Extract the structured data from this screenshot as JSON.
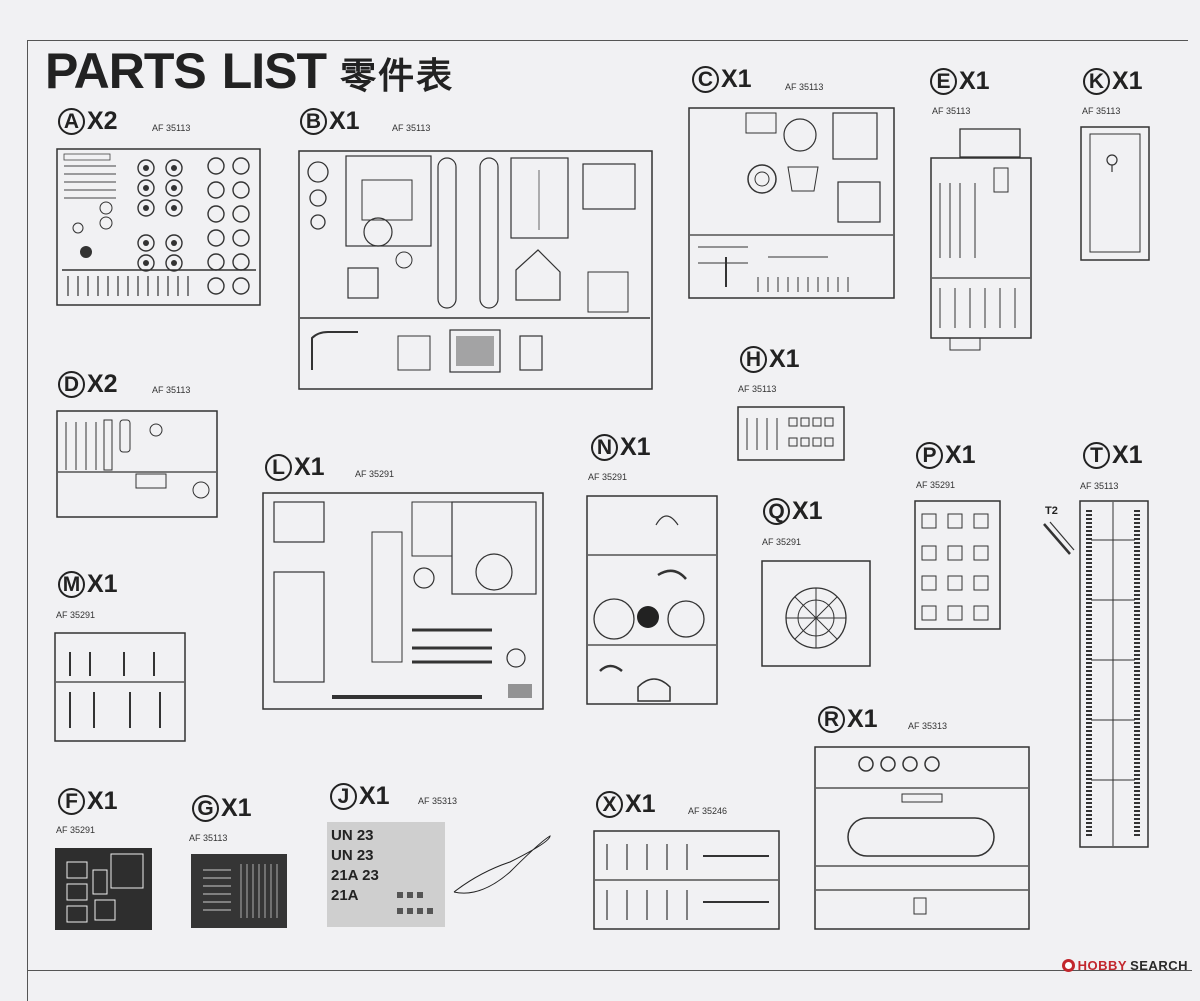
{
  "title": {
    "en_part1": "PARTS",
    "en_part2": "LIST",
    "cn": "零件表"
  },
  "parts": {
    "A": {
      "letter": "A",
      "qty": "X2",
      "code": "AF 35113"
    },
    "B": {
      "letter": "B",
      "qty": "X1",
      "code": "AF 35113"
    },
    "C": {
      "letter": "C",
      "qty": "X1",
      "code": "AF 35113"
    },
    "E": {
      "letter": "E",
      "qty": "X1",
      "code": "AF 35113"
    },
    "K": {
      "letter": "K",
      "qty": "X1",
      "code": "AF 35113"
    },
    "D": {
      "letter": "D",
      "qty": "X2",
      "code": "AF 35113"
    },
    "H": {
      "letter": "H",
      "qty": "X1",
      "code": "AF 35113"
    },
    "L": {
      "letter": "L",
      "qty": "X1",
      "code": "AF 35291"
    },
    "N": {
      "letter": "N",
      "qty": "X1",
      "code": "AF 35291"
    },
    "P": {
      "letter": "P",
      "qty": "X1",
      "code": "AF 35291"
    },
    "T": {
      "letter": "T",
      "qty": "X1",
      "code": "AF 35113"
    },
    "Q": {
      "letter": "Q",
      "qty": "X1",
      "code": "AF 35291"
    },
    "M": {
      "letter": "M",
      "qty": "X1",
      "code": "AF 35291"
    },
    "R": {
      "letter": "R",
      "qty": "X1",
      "code": "AF 35313"
    },
    "F": {
      "letter": "F",
      "qty": "X1",
      "code": "AF 35291"
    },
    "G": {
      "letter": "G",
      "qty": "X1",
      "code": "AF 35113"
    },
    "J": {
      "letter": "J",
      "qty": "X1",
      "code": "AF 35313"
    },
    "X": {
      "letter": "X",
      "qty": "X1",
      "code": "AF 35246"
    }
  },
  "decals": {
    "line1": "UN 23",
    "line2": "UN 23",
    "line3": "21A 23",
    "line4": "21A"
  },
  "track_part_label": "T2",
  "watermark": {
    "brand": "HOBBY",
    "suffix": "SEARCH"
  }
}
